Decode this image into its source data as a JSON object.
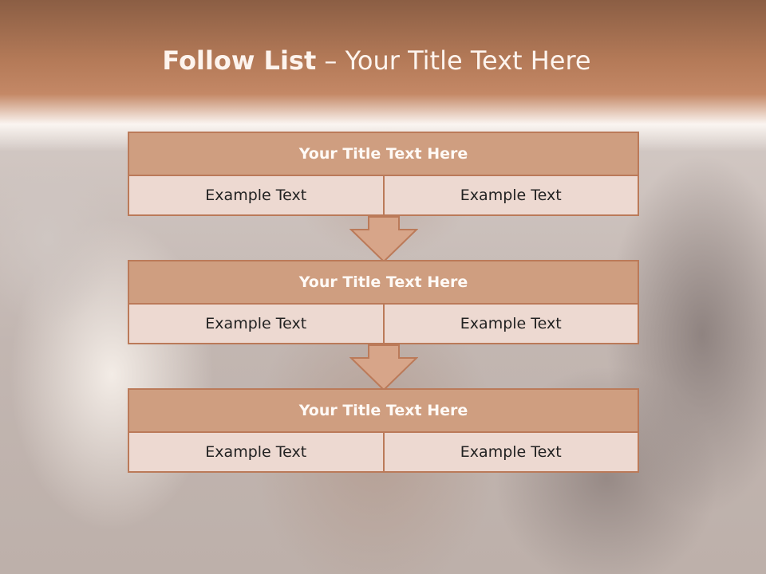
{
  "slide": {
    "title_bold": "Follow List",
    "title_rest": " – Your Title Text Here"
  },
  "blocks": [
    {
      "title": "Your Title Text Here",
      "left": "Example Text",
      "right": "Example Text"
    },
    {
      "title": "Your Title Text Here",
      "left": "Example Text",
      "right": "Example Text"
    },
    {
      "title": "Your Title Text Here",
      "left": "Example Text",
      "right": "Example Text"
    }
  ],
  "colors": {
    "accent": "#bb7a59",
    "header_fill": "#cf9e80",
    "cell_fill": "#edd9d1",
    "arrow_fill": "#d7a589"
  }
}
